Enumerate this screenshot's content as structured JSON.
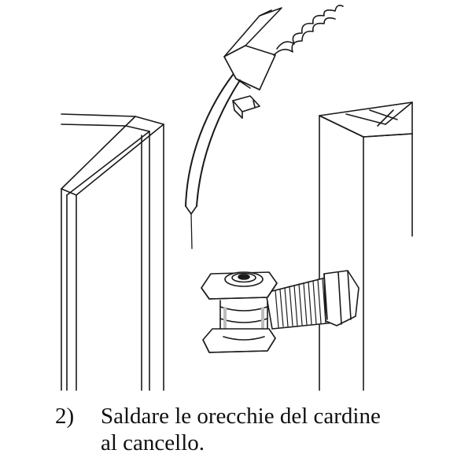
{
  "caption": {
    "step_number": "2)",
    "line1": "Saldare le orecchie del cardine",
    "line2": "al cancello."
  },
  "colors": {
    "ink": "#1a1a1a",
    "paper": "#ffffff",
    "shade": "#bdbdbd"
  }
}
